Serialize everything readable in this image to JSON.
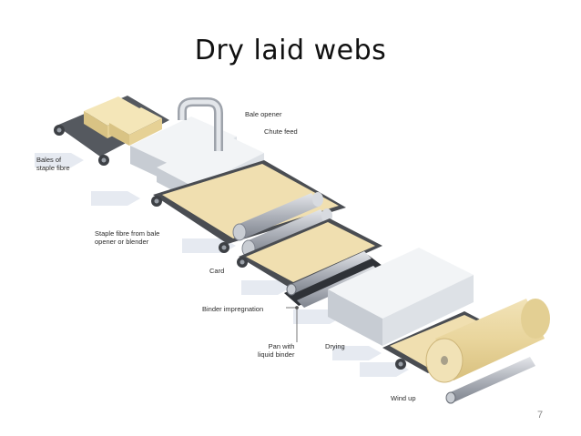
{
  "slide": {
    "title": "Dry laid webs",
    "page_number": "7"
  },
  "diagram": {
    "labels": {
      "bales": "Bales of\nstaple fibre",
      "bale_opener": "Bale opener",
      "chute_feed": "Chute feed",
      "staple_fibre": "Staple fibre from bale\nopener or blender",
      "card": "Card",
      "binder_impregnation": "Binder impregnation",
      "pan": "Pan with\nliquid binder",
      "drying": "Drying",
      "wind_up": "Wind up"
    },
    "colors": {
      "web": "#f0dfb0",
      "bale": "#ecdba0",
      "machine": "#e6e9ee",
      "belt": "#4a4d52",
      "roller": "#b9bcc4",
      "arrow": "#e6eaf1"
    }
  }
}
